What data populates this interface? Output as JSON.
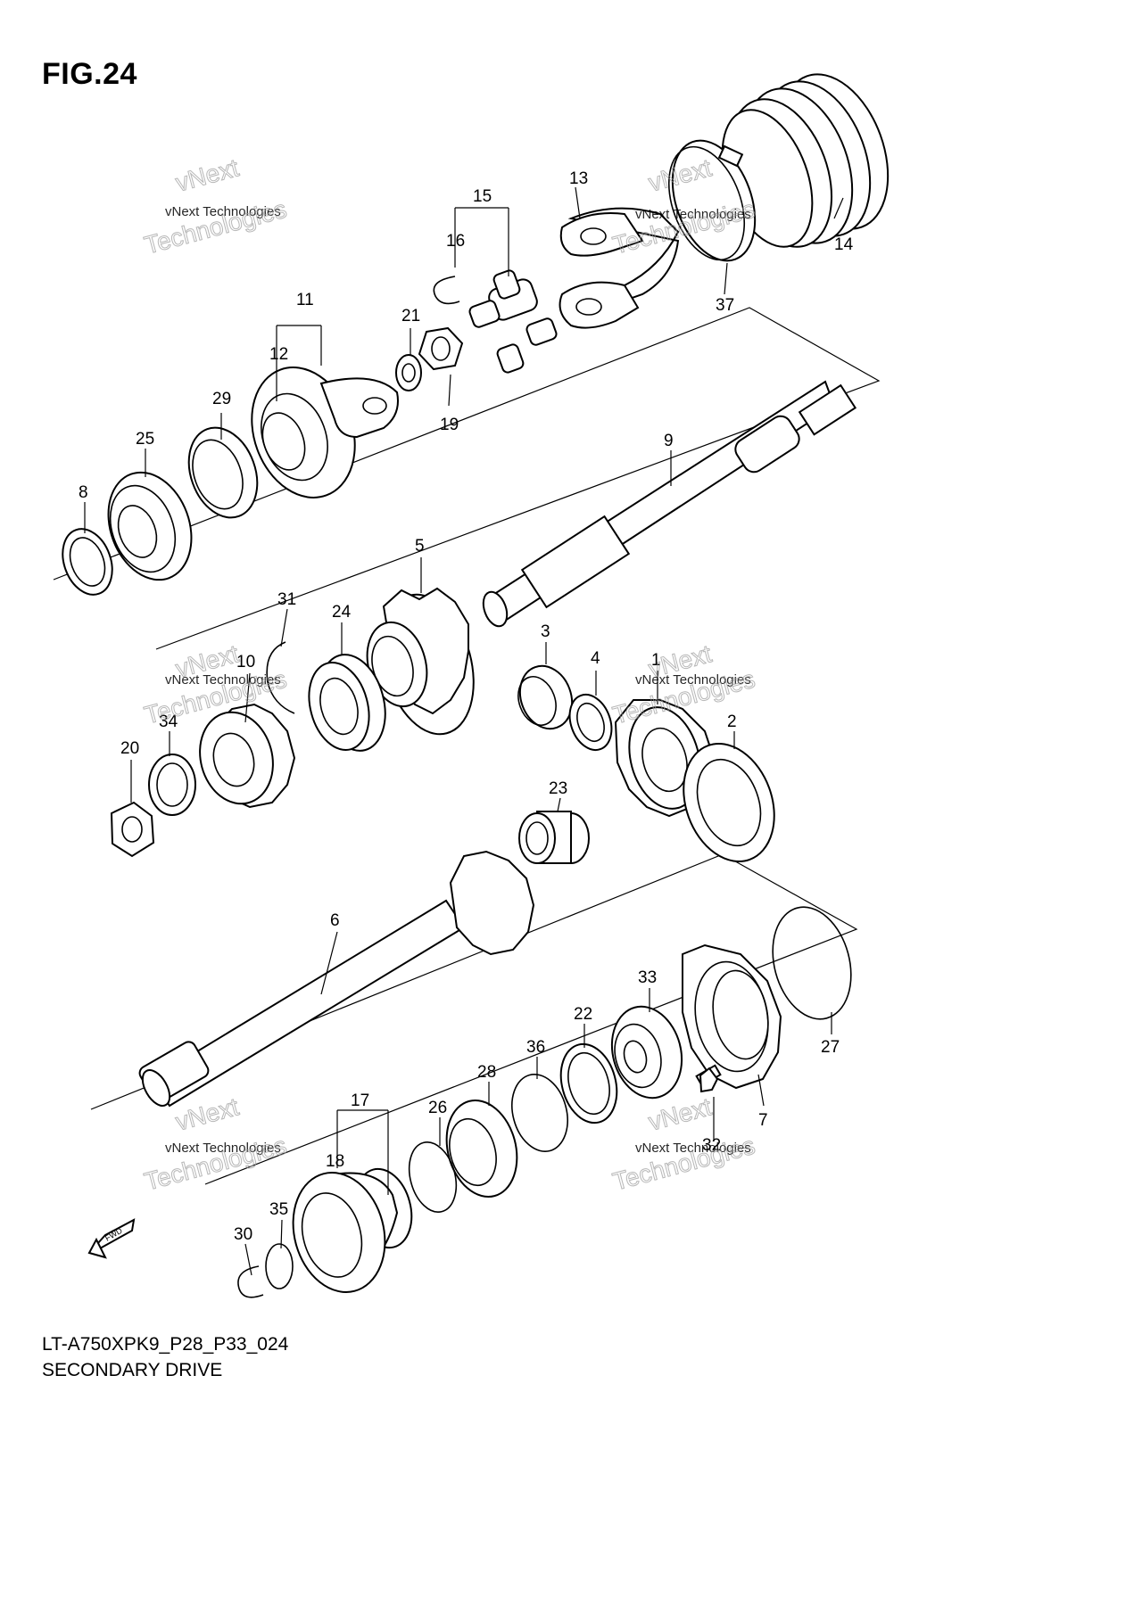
{
  "figure": {
    "title": "FIG.24",
    "code": "LT-A750XPK9_P28_P33_024",
    "name": "SECONDARY DRIVE",
    "direction_label": "FWD"
  },
  "watermark": {
    "line1": "vNext Technologies",
    "line2_big": "vNext",
    "line3_big": "Technologies"
  },
  "callouts": [
    {
      "id": "c1",
      "label": "1"
    },
    {
      "id": "c2",
      "label": "2"
    },
    {
      "id": "c3",
      "label": "3"
    },
    {
      "id": "c4",
      "label": "4"
    },
    {
      "id": "c5",
      "label": "5"
    },
    {
      "id": "c6",
      "label": "6"
    },
    {
      "id": "c7",
      "label": "7"
    },
    {
      "id": "c8",
      "label": "8"
    },
    {
      "id": "c9",
      "label": "9"
    },
    {
      "id": "c10",
      "label": "10"
    },
    {
      "id": "c11",
      "label": "11"
    },
    {
      "id": "c12",
      "label": "12"
    },
    {
      "id": "c13",
      "label": "13"
    },
    {
      "id": "c14",
      "label": "14"
    },
    {
      "id": "c15",
      "label": "15"
    },
    {
      "id": "c16",
      "label": "16"
    },
    {
      "id": "c17",
      "label": "17"
    },
    {
      "id": "c18",
      "label": "18"
    },
    {
      "id": "c19",
      "label": "19"
    },
    {
      "id": "c20",
      "label": "20"
    },
    {
      "id": "c21",
      "label": "21"
    },
    {
      "id": "c22",
      "label": "22"
    },
    {
      "id": "c23",
      "label": "23"
    },
    {
      "id": "c24",
      "label": "24"
    },
    {
      "id": "c25",
      "label": "25"
    },
    {
      "id": "c26",
      "label": "26"
    },
    {
      "id": "c27",
      "label": "27"
    },
    {
      "id": "c28",
      "label": "28"
    },
    {
      "id": "c29",
      "label": "29"
    },
    {
      "id": "c30",
      "label": "30"
    },
    {
      "id": "c31",
      "label": "31"
    },
    {
      "id": "c32",
      "label": "32"
    },
    {
      "id": "c33",
      "label": "33"
    },
    {
      "id": "c34",
      "label": "34"
    },
    {
      "id": "c35",
      "label": "35"
    },
    {
      "id": "c36",
      "label": "36"
    },
    {
      "id": "c37",
      "label": "37"
    }
  ]
}
